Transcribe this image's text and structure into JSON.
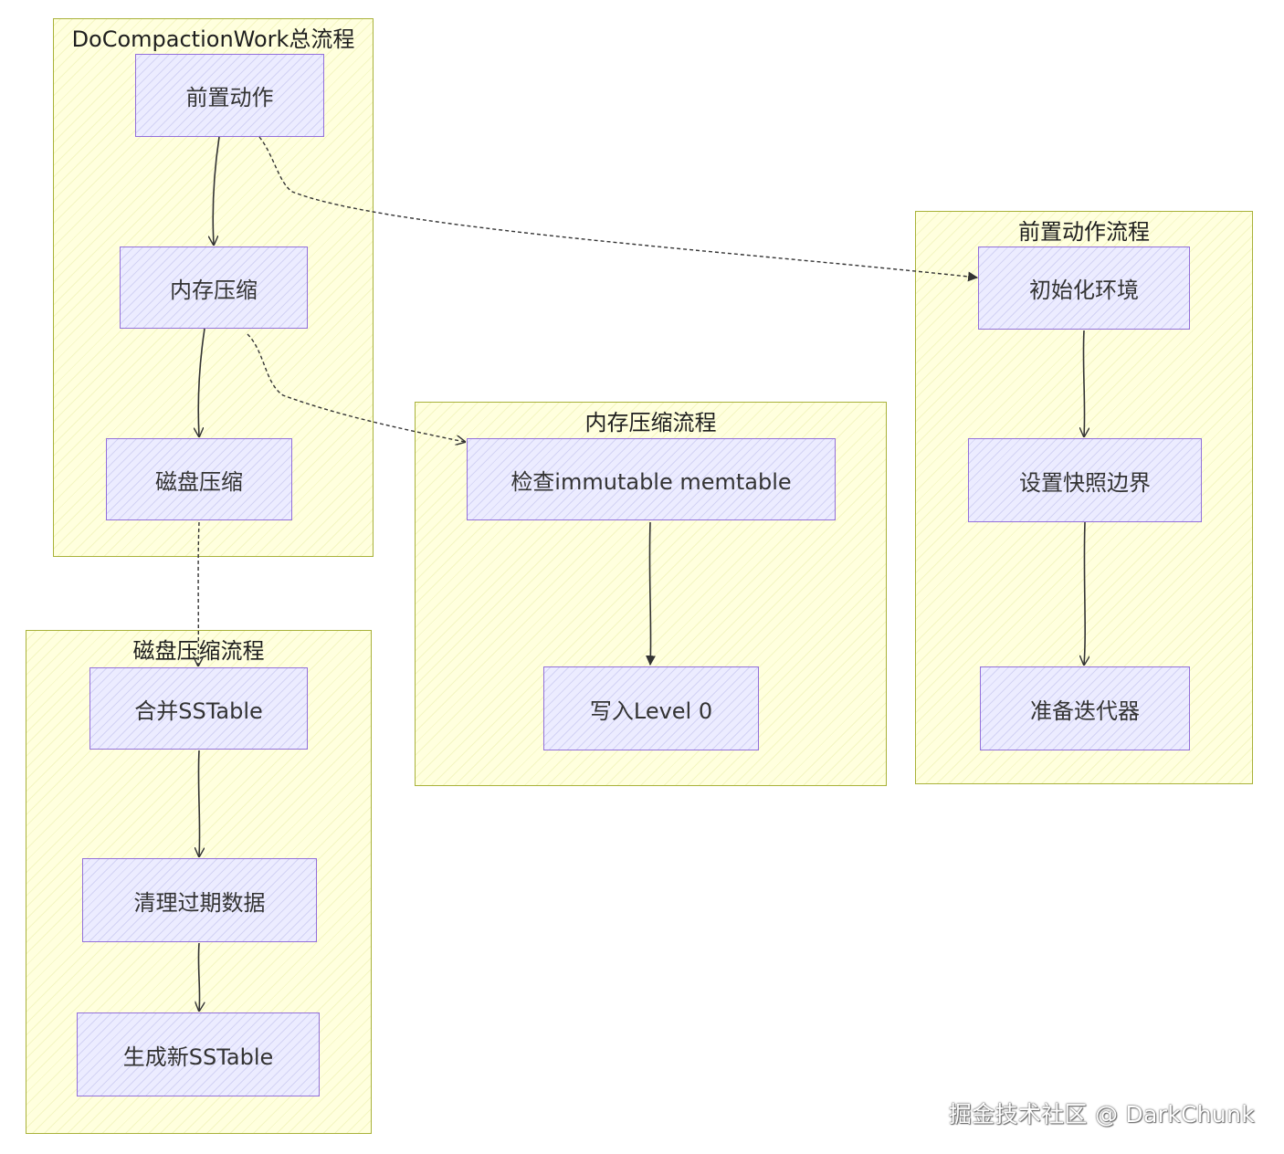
{
  "clusters": {
    "main": {
      "title": "DoCompactionWork总流程"
    },
    "pre": {
      "title": "前置动作流程"
    },
    "mem": {
      "title": "内存压缩流程"
    },
    "disk": {
      "title": "磁盘压缩流程"
    }
  },
  "nodes": {
    "pre_action": "前置动作",
    "mem_compact": "内存压缩",
    "disk_compact": "磁盘压缩",
    "init_env": "初始化环境",
    "set_snapshot": "设置快照边界",
    "prep_iter": "准备迭代器",
    "check_imm": "检查immutable memtable",
    "write_l0": "写入Level 0",
    "merge_sst": "合并SSTable",
    "clean_data": "清理过期数据",
    "gen_sst": "生成新SSTable"
  },
  "watermark": "掘金技术社区 @ DarkChunk",
  "colors": {
    "cluster_fill": "#ffffde",
    "cluster_border": "#a9b23a",
    "node_fill": "#ececff",
    "node_border": "#9370db",
    "edge": "#333333"
  }
}
